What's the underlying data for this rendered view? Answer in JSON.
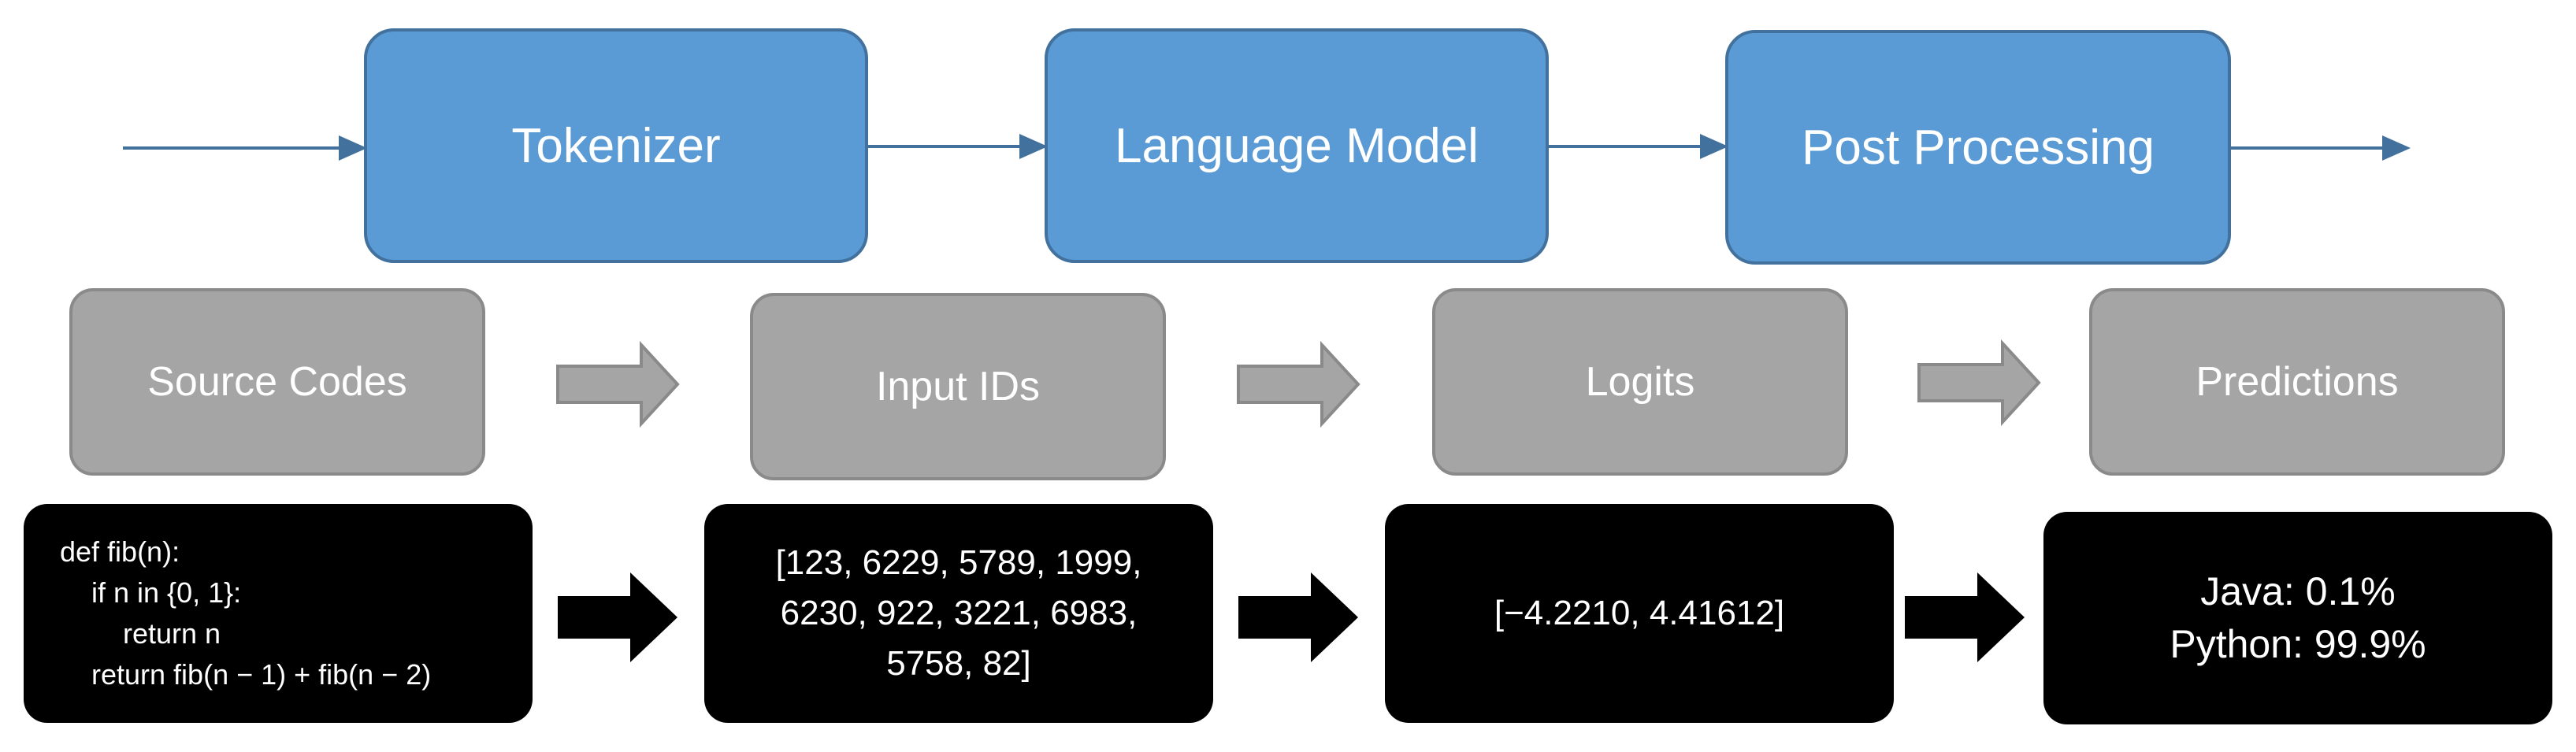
{
  "pipeline": {
    "stages": [
      "Tokenizer",
      "Language Model",
      "Post Processing"
    ]
  },
  "data_flow": {
    "items": [
      "Source Codes",
      "Input IDs",
      "Logits",
      "Predictions"
    ]
  },
  "examples": {
    "source_code": [
      "def fib(n):",
      "    if n in {0, 1}:",
      "        return n",
      "    return fib(n − 1) + fib(n − 2)"
    ],
    "input_ids": [
      "[123, 6229, 5789, 1999,",
      "6230, 922, 3221, 6983,",
      "5758, 82]"
    ],
    "logits": "[−4.2210, 4.41612]",
    "predictions": [
      "Java: 0.1%",
      "Python: 99.9%"
    ]
  },
  "colors": {
    "stage_fill": "#5b9bd5",
    "stage_border": "#41719c",
    "data_fill": "#a5a5a5",
    "example_fill": "#000000",
    "flow_line": "#41719c"
  }
}
